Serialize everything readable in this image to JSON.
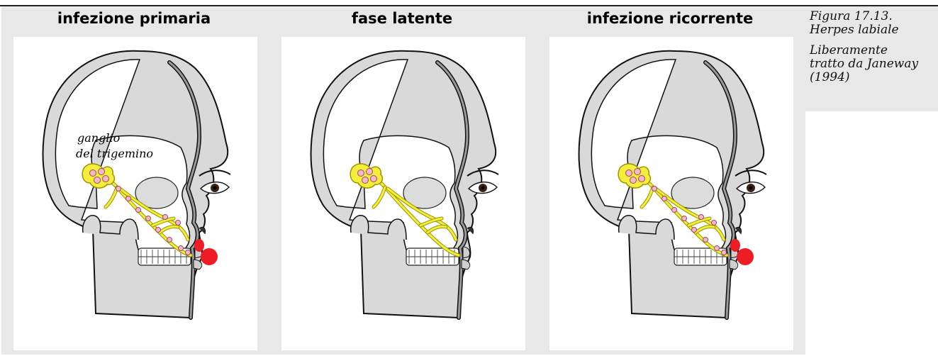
{
  "panels": [
    {
      "title": "infezione primaria",
      "label": "ganglio\ndel trigemino",
      "label_lines": [
        "ganglio",
        "del trigemino"
      ],
      "state": "primary"
    },
    {
      "title": "fase latente",
      "state": "latent"
    },
    {
      "title": "infezione ricorrente",
      "state": "recurrent"
    }
  ],
  "caption": {
    "figure": "Figura 17.13.",
    "subject": "Herpes labiale",
    "credit_lines": [
      "Liberamente",
      "tratto da Janeway",
      "(1994)"
    ]
  },
  "colors": {
    "nerve": "#f2ee3a",
    "nerve_outline": "#9a9400",
    "virus": "#f5b8c8",
    "lesion": "#ee1c24",
    "head_fill": "#d9d9d9",
    "background": "#e8e8e8"
  }
}
